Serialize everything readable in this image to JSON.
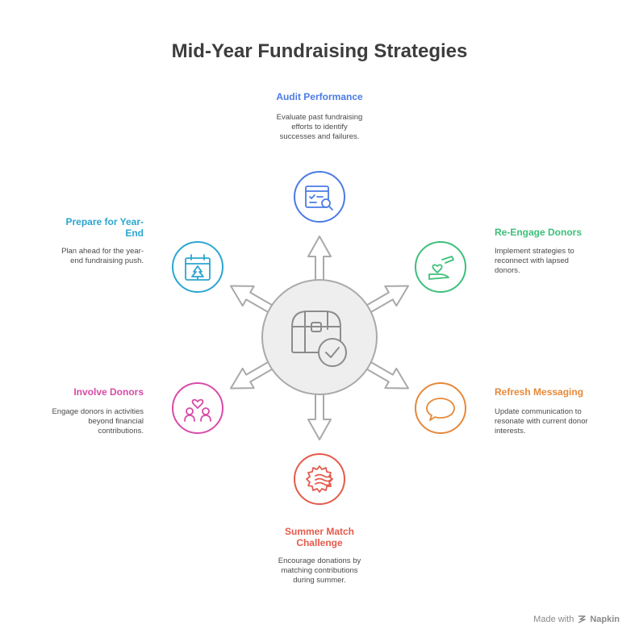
{
  "title": "Mid-Year Fundraising Strategies",
  "colors": {
    "audit": "#4b7be5",
    "reengage": "#3cc07a",
    "refresh": "#e5893a",
    "summer": "#e55a4b",
    "involve": "#d84aa8",
    "prepare": "#2ba6d0",
    "hub_fill": "#eeeeee",
    "hub_stroke": "#a9a9a9"
  },
  "center": {
    "icon": "treasure-chest-check-icon"
  },
  "strategies": [
    {
      "id": "audit",
      "label": "Audit Performance",
      "description": "Evaluate past fundraising efforts to identify successes and failures.",
      "icon": "report-search-icon"
    },
    {
      "id": "reengage",
      "label": "Re-Engage Donors",
      "description": "Implement strategies to reconnect with lapsed donors.",
      "icon": "hand-heart-icon"
    },
    {
      "id": "refresh",
      "label": "Refresh Messaging",
      "description": "Update communication to resonate with current donor interests.",
      "icon": "speech-bubble-icon"
    },
    {
      "id": "summer",
      "label": "Summer Match Challenge",
      "description": "Encourage donations by matching contributions during summer.",
      "icon": "sun-waves-icon"
    },
    {
      "id": "involve",
      "label": "Involve Donors",
      "description": "Engage donors in activities beyond financial contributions.",
      "icon": "people-heart-icon"
    },
    {
      "id": "prepare",
      "label": "Prepare for Year-End",
      "description": "Plan ahead for the year-end fundraising push.",
      "icon": "calendar-tree-icon"
    }
  ],
  "footer": {
    "prefix": "Made with",
    "brand": "Napkin"
  }
}
